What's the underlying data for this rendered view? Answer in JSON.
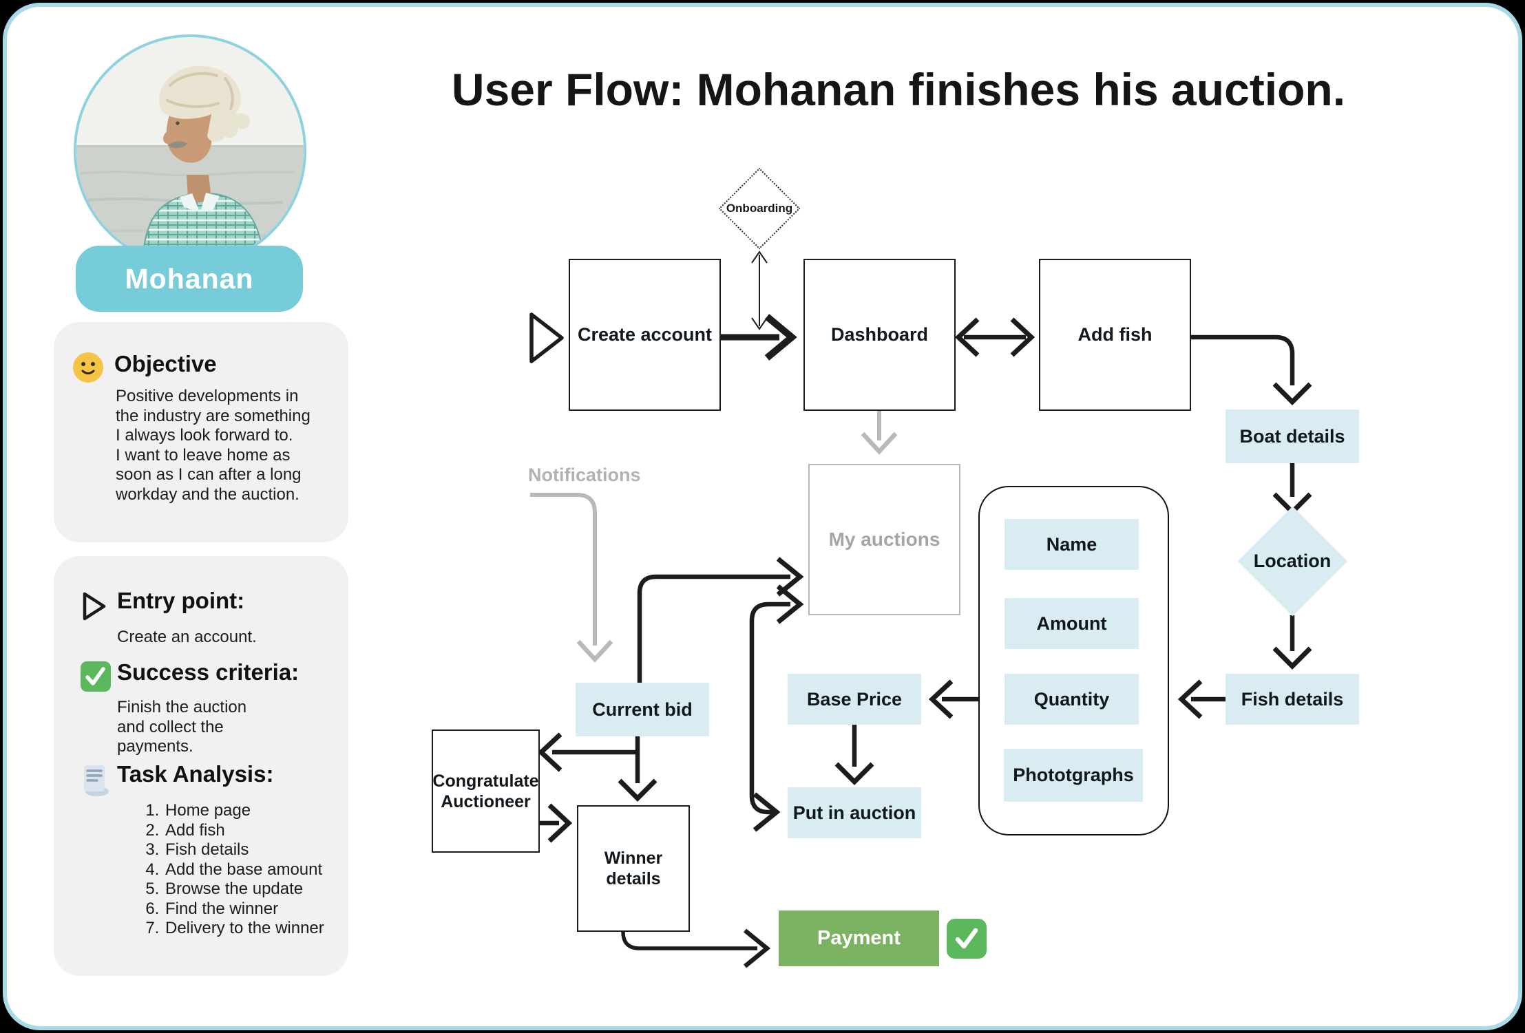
{
  "page": {
    "title": "User Flow: Mohanan finishes his auction."
  },
  "persona": {
    "name": "Mohanan",
    "objective": {
      "heading": "Objective",
      "text": "Positive developments in\nthe industry are something\nI always look forward to.\nI want to leave home as\nsoon as I can after a long\nworkday and the auction."
    },
    "entry_point": {
      "heading": "Entry point:",
      "text": "Create an account."
    },
    "success": {
      "heading": "Success criteria:",
      "text": "Finish the auction\nand collect the\npayments."
    },
    "tasks": {
      "heading": "Task Analysis:",
      "items": [
        "Home page",
        "Add fish",
        "Fish details",
        "Add the base amount",
        "Browse the update",
        "Find the winner",
        "Delivery to the winner"
      ]
    }
  },
  "flow": {
    "notifications": "Notifications",
    "nodes": {
      "create_account": "Create account",
      "onboarding": "Onboarding",
      "dashboard": "Dashboard",
      "add_fish": "Add fish",
      "boat_details": "Boat details",
      "location": "Location",
      "fish_details": "Fish details",
      "my_auctions": "My auctions",
      "name": "Name",
      "amount": "Amount",
      "quantity": "Quantity",
      "photographs": "Phototgraphs",
      "base_price": "Base Price",
      "put_in_auction": "Put in auction",
      "current_bid": "Current bid",
      "congratulate": "Congratulate\nAuctioneer",
      "winner_details": "Winner details",
      "payment": "Payment"
    }
  },
  "colors": {
    "frame_border": "#a9dae8",
    "accent_teal": "#76ccd9",
    "card_gray": "#f1f1f2",
    "node_blue": "#d9ecf2",
    "payment_green": "#7cb362",
    "check_green": "#5cb85c",
    "muted_gray": "#b2b2b2",
    "arrow_black": "#1c1c1c"
  }
}
